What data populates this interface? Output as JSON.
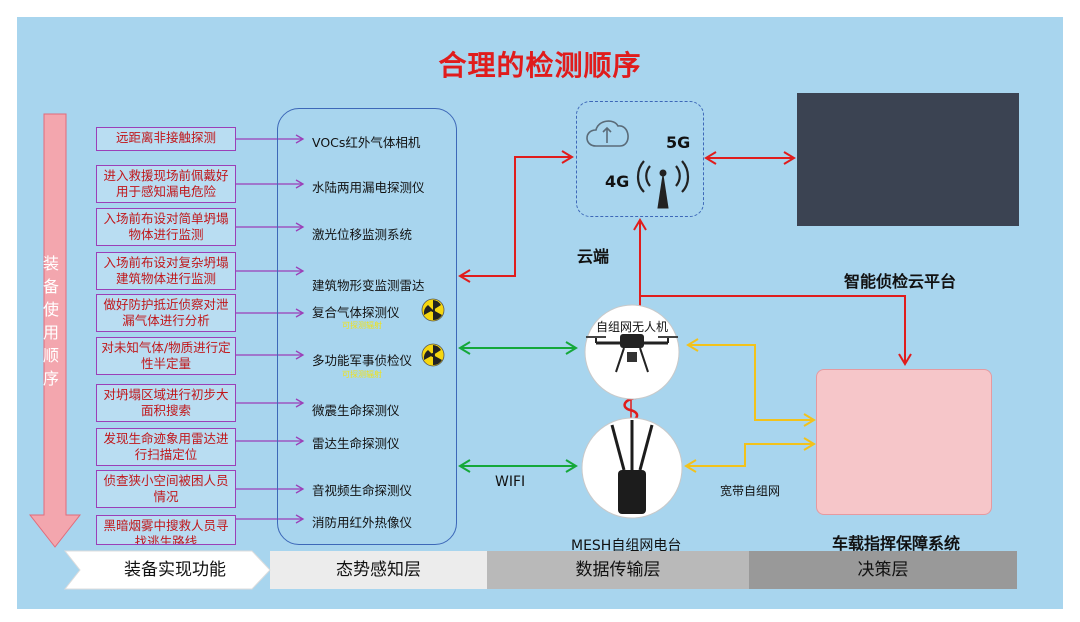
{
  "title": "合理的检测顺序",
  "side_arrow_label": "装备使用顺序",
  "functions": [
    "远距离非接触探测",
    "进入救援现场前佩戴好用于感知漏电危险",
    "入场前布设对简单坍塌物体进行监测",
    "入场前布设对复杂坍塌建筑物体进行监测",
    "做好防护抵近侦察对泄漏气体进行分析",
    "对未知气体/物质进行定性半定量",
    "对坍塌区域进行初步大面积搜索",
    "发现生命迹象用雷达进行扫描定位",
    "侦查狭小空间被困人员情况",
    "黑暗烟雾中搜救人员寻找逃生路线"
  ],
  "equipment": [
    "VOCs红外气体相机",
    "水陆两用漏电探测仪",
    "激光位移监测系统",
    "建筑物形变监测雷达",
    "复合气体探测仪",
    "多功能军事侦检仪",
    "微震生命探测仪",
    "雷达生命探测仪",
    "音视频生命探测仪",
    "消防用红外热像仪"
  ],
  "equipment_notes": [
    "可探测辐射",
    "可探测辐射"
  ],
  "cloud": {
    "label_5g": "5G",
    "label_4g": "4G",
    "caption": "云端"
  },
  "platform_label": "智能侦检云平台",
  "drone_label": "自组网无人机",
  "wifi_label": "WIFI",
  "broadband_label": "宽带自组网",
  "mesh_label": "MESH自组网电台",
  "command_label": "车载指挥保障系统",
  "layers": [
    "装备实现功能",
    "态势感知层",
    "数据传输层",
    "决策层"
  ],
  "colors": {
    "title": "#e01c1c",
    "red_link": "#e01c1c",
    "green_link": "#15a83a",
    "yellow_link": "#f2c21b",
    "board": "#a8d5ee"
  },
  "icons": [
    "cloud-sync-icon",
    "signal-tower-icon",
    "radiation-icon",
    "drone-icon",
    "radio-antenna-icon"
  ]
}
